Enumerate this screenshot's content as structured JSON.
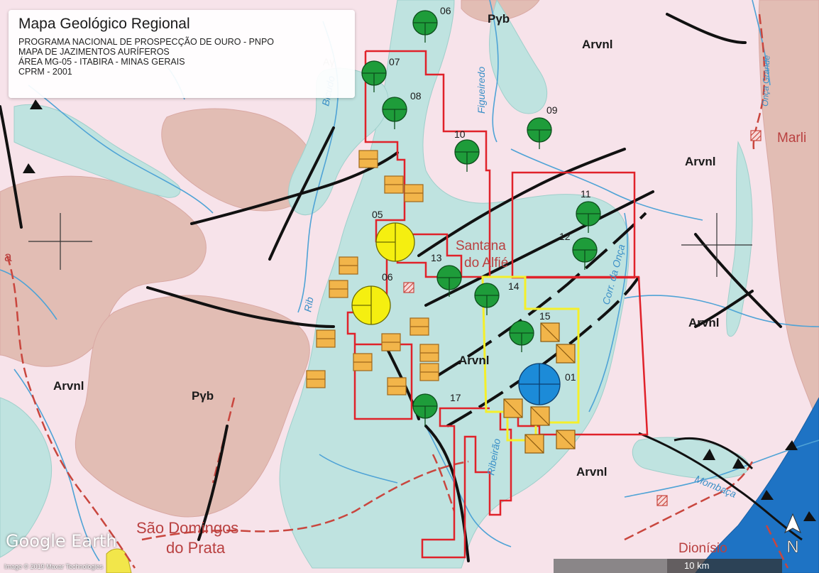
{
  "title_box": {
    "title": "Mapa Geológico Regional",
    "lines": [
      "PROGRAMA NACIONAL DE PROSPECÇÃO DE OURO - PNPO",
      "MAPA DE JAZIMENTOS AURÍFEROS",
      "ÁREA MG-05 - ITABIRA - MINAS GERAIS",
      "CPRM - 2001"
    ]
  },
  "unit_labels": {
    "pgb": "Pγb",
    "arvnl": "Arvnl",
    "ag": "Aγ"
  },
  "place_names": {
    "santana_1": "Santana",
    "santana_2": "do Alfié",
    "sao_domingos_1": "São Domingos",
    "sao_domingos_2": "do Prata",
    "dionisio": "Dionísio",
    "marli": "Marli",
    "a": "a"
  },
  "river_names": {
    "figueiredo": "Figueiredo",
    "bicudo": "Bicudo",
    "rib": "Rib",
    "ribeirao": "Ribeirão",
    "onca_grande": "Onça Grande",
    "corr_da_onca": "Corr. da Onça",
    "mombaca": "Mombaça"
  },
  "deposit_numbers": {
    "d01": "01",
    "d05": "05",
    "d06": "06",
    "d06b": "06",
    "d07": "07",
    "d08": "08",
    "d09": "09",
    "d10": "10",
    "d11": "11",
    "d12": "12",
    "d13": "13",
    "d14": "14",
    "d15": "15",
    "d17": "17"
  },
  "overlay": {
    "logo": "Google Earth",
    "credit": "Image © 2019 Maxar Technologies",
    "scale": "10 km",
    "north": "N"
  },
  "colors": {
    "cyan_unit": "#bfe3e0",
    "pink_background": "#f7e3ea",
    "brown_unit": "#e2bdb4",
    "deposit_green": "#1e9c3a",
    "deposit_yellow": "#f5ef10",
    "deposit_blue": "#1c8bd8",
    "mine_orange": "#f2b54a",
    "area_red": "#e0222a",
    "area_yellow": "#f4ef2a",
    "fault_black": "#111111",
    "river_blue": "#4fa3d6",
    "road_red": "#c9463e",
    "ocean_blue": "#1e73c4"
  }
}
